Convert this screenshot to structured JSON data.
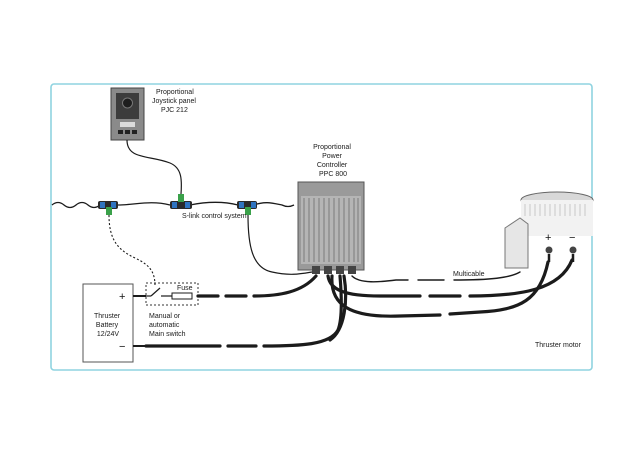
{
  "labels": {
    "joystick": [
      "Proportional",
      "Joystick panel",
      "PJC 212"
    ],
    "controller": [
      "Proportional",
      "Power",
      "Controller",
      "PPC 800"
    ],
    "slink": "S-link control system",
    "fuse": "Fuse",
    "switch": [
      "Manual or",
      "automatic",
      "Main switch"
    ],
    "battery": [
      "Thruster",
      "Battery",
      "12/24V"
    ],
    "multicable": "Multicable",
    "motor": "Thruster motor",
    "plus": "+",
    "minus": "−"
  },
  "colors": {
    "frame": "#8fd3e0",
    "cable": "#1b1b1b",
    "connector_blue": "#2f74c0",
    "connector_green": "#3aa14a"
  }
}
